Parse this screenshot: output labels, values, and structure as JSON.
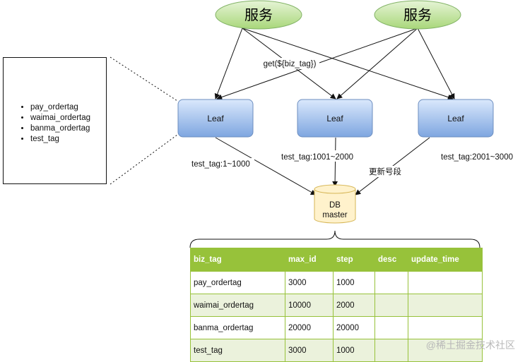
{
  "services": [
    {
      "label": "服务"
    },
    {
      "label": "服务"
    }
  ],
  "call_label": "get(${biz_tag})",
  "leaves": [
    {
      "label": "Leaf",
      "range": "test_tag:1~1000"
    },
    {
      "label": "Leaf",
      "range": "test_tag:1001~2000"
    },
    {
      "label": "Leaf",
      "range": "test_tag:2001~3000"
    }
  ],
  "update_label": "更新号段",
  "db": {
    "line1": "DB",
    "line2": "master"
  },
  "tag_list": [
    "pay_ordertag",
    "waimai_ordertag",
    "banma_ordertag",
    "test_tag"
  ],
  "table": {
    "headers": [
      "biz_tag",
      "max_id",
      "step",
      "desc",
      "update_time"
    ],
    "rows": [
      [
        "pay_ordertag",
        "3000",
        "1000",
        "",
        ""
      ],
      [
        "waimai_ordertag",
        "10000",
        "2000",
        "",
        ""
      ],
      [
        "banma_ordertag",
        "20000",
        "20000",
        "",
        ""
      ],
      [
        "test_tag",
        "3000",
        "1000",
        "",
        ""
      ]
    ]
  },
  "watermark": "@稀土掘金技术社区",
  "colors": {
    "service_fill_top": "#e6f4d6",
    "service_fill_bottom": "#a9d77a",
    "service_stroke": "#82b366",
    "leaf_fill_top": "#dae8fc",
    "leaf_fill_bottom": "#7ea6e0",
    "leaf_stroke": "#6c8ebf",
    "db_fill": "#fff2cc",
    "db_stroke": "#d6b656",
    "table_header": "#97c23a",
    "table_alt_row": "#ebf2dc"
  }
}
